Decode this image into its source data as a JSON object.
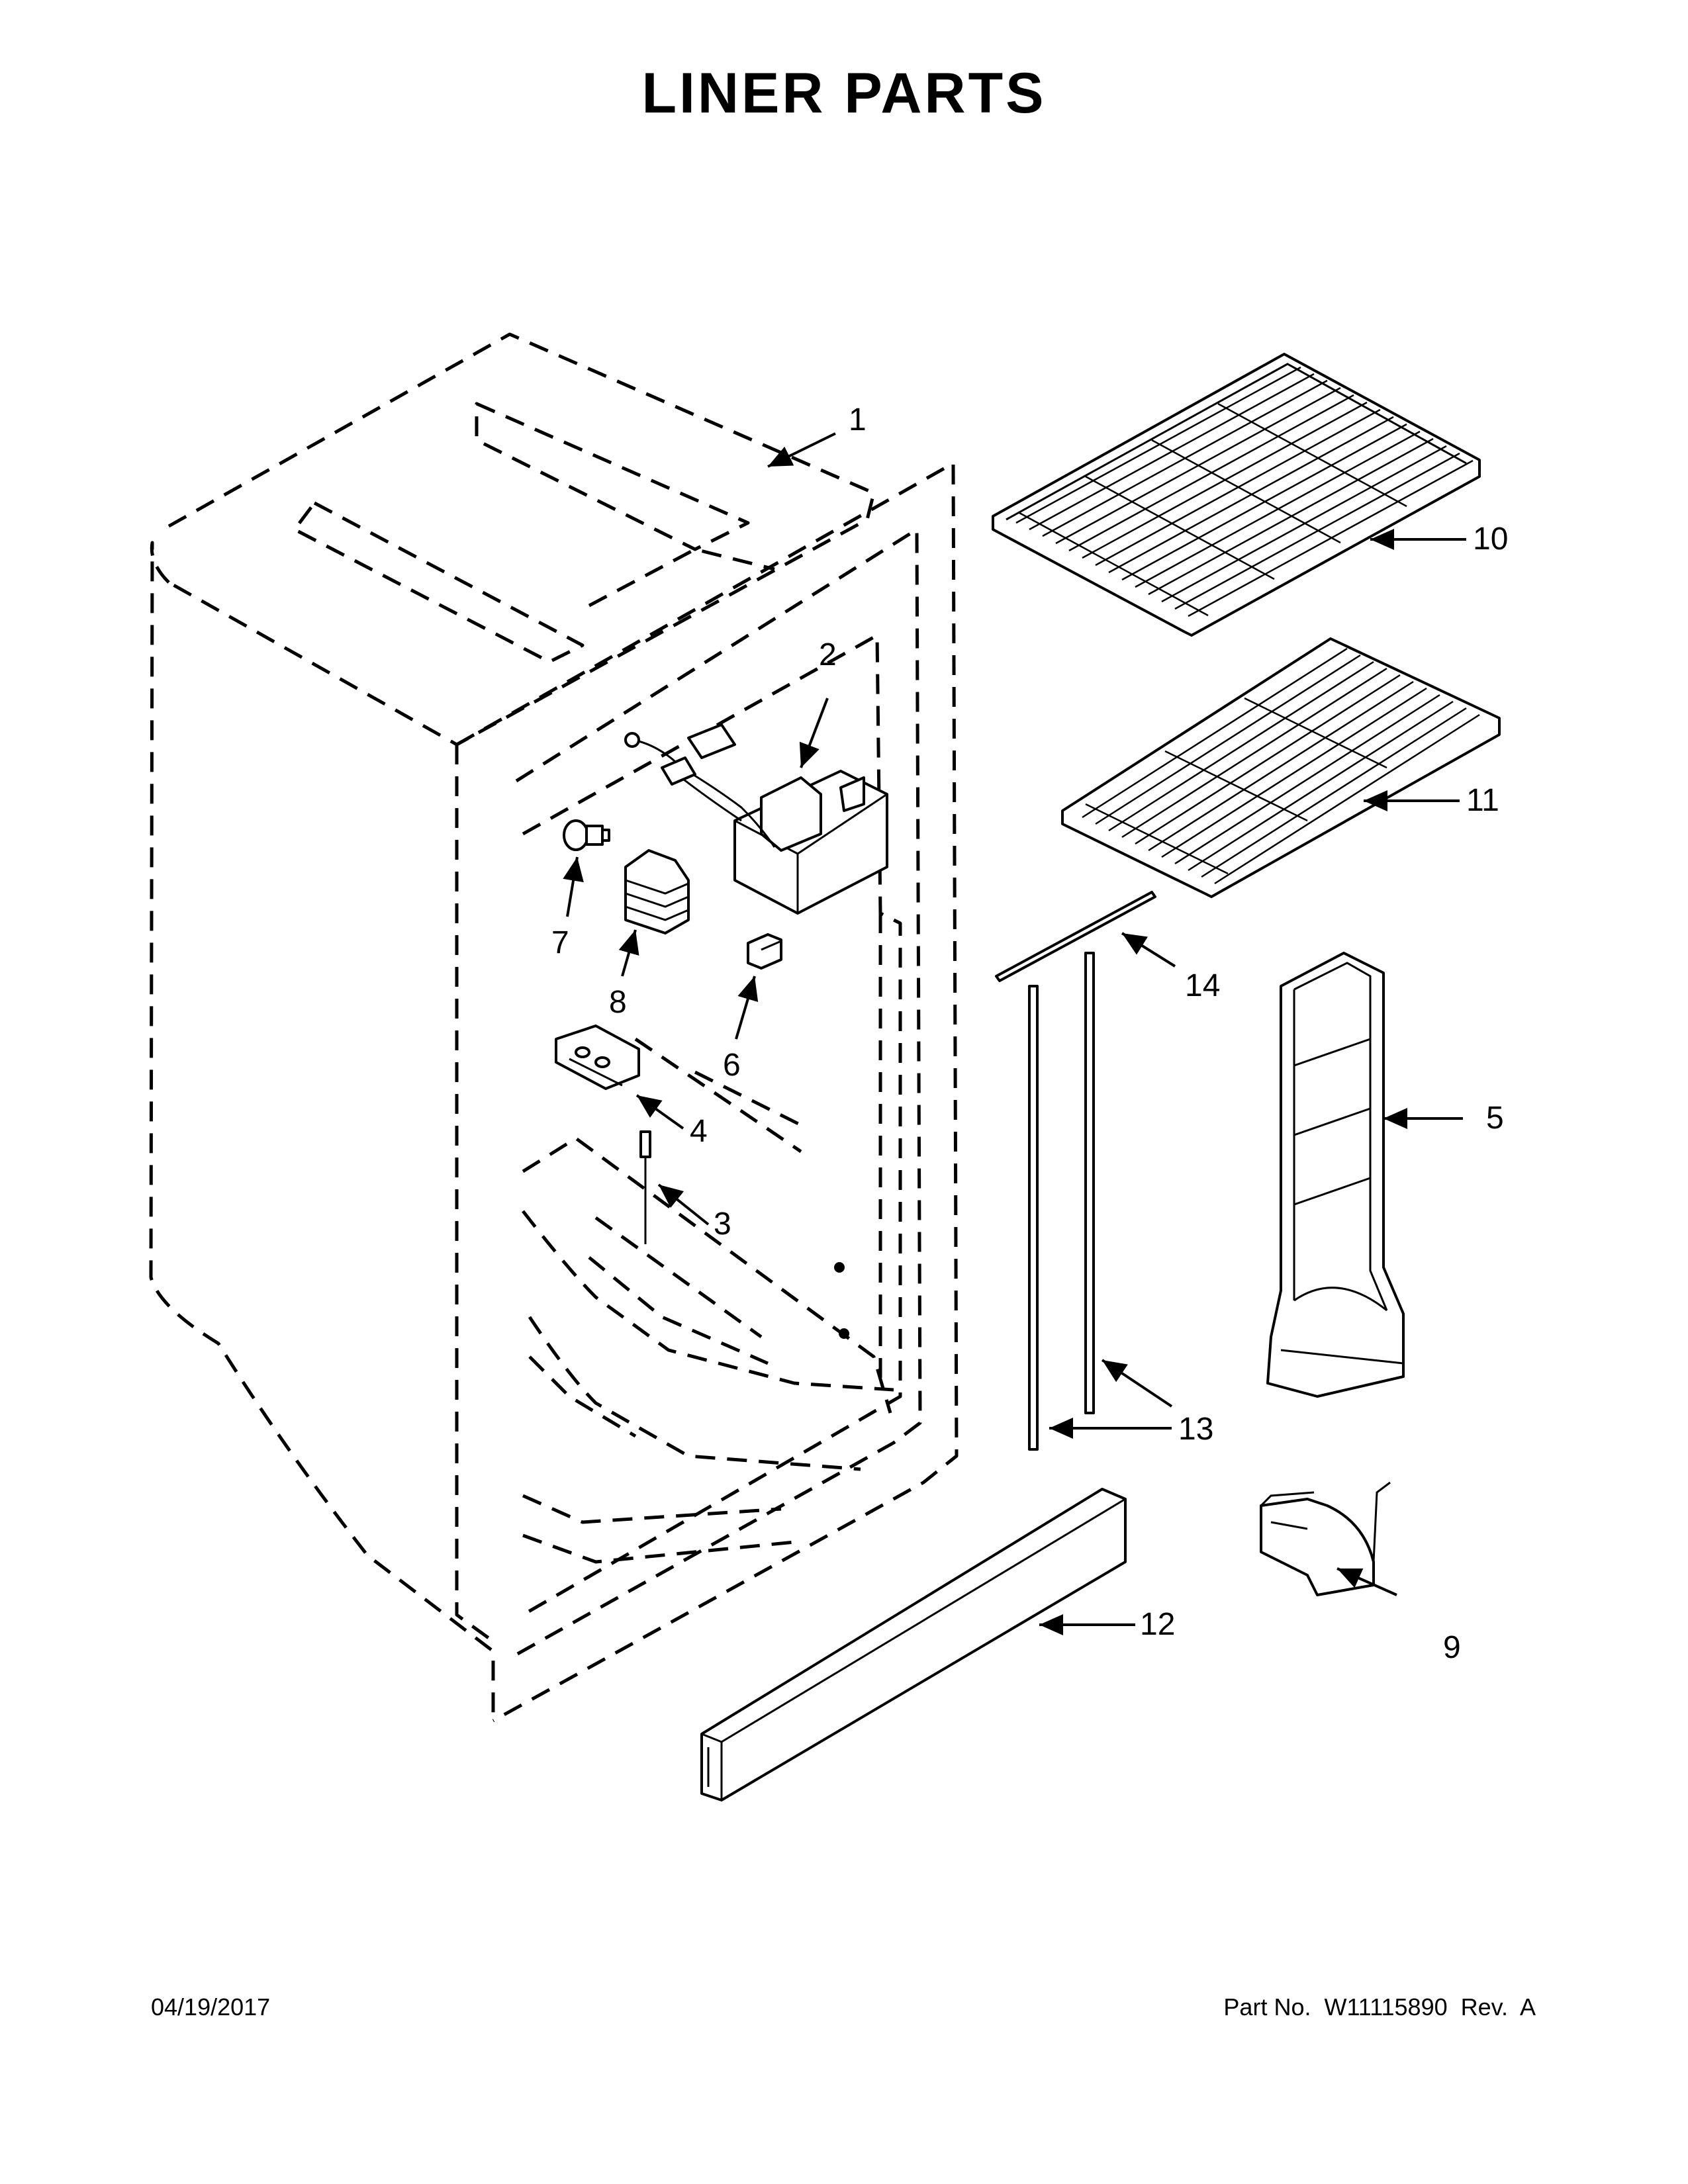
{
  "title": "LINER PARTS",
  "footer": {
    "date": "04/19/2017",
    "part_number": "Part No.  W11115890  Rev.  A"
  },
  "callouts": [
    "1",
    "2",
    "3",
    "4",
    "5",
    "6",
    "7",
    "8",
    "9",
    "10",
    "11",
    "12",
    "13",
    "14"
  ]
}
